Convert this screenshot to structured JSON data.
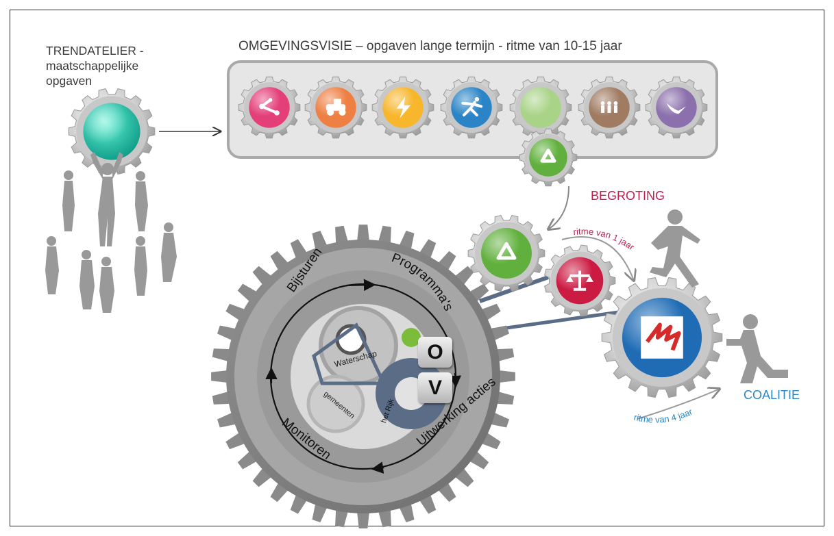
{
  "trendatelier": {
    "title_line1": "TRENDATELIER -",
    "title_line2": "maatschappelijke",
    "title_line3": "opgaven"
  },
  "omgevingsvisie": {
    "title": "OMGEVINGSVISIE – opgaven lange termijn - ritme van 10-15 jaar",
    "gears": [
      {
        "icon": "network-icon",
        "color": "#e43f79"
      },
      {
        "icon": "tractor-icon",
        "color": "#ee8044"
      },
      {
        "icon": "lightning-icon",
        "color": "#f7b62b"
      },
      {
        "icon": "running-figure-icon",
        "color": "#2a84c6"
      },
      {
        "icon": "empty-slot",
        "color": "#a9d387"
      },
      {
        "icon": "people-icon",
        "color": "#a07b62"
      },
      {
        "icon": "bird-icon",
        "color": "#8c70ad"
      }
    ],
    "dropped_gear": {
      "icon": "recycle-icon",
      "color": "#61b03d"
    }
  },
  "begroting": {
    "label": "BEGROTING",
    "rhythm": "ritme van 1 jaar",
    "gear_icon": "scales-icon",
    "gear_color": "#cc1b42"
  },
  "coalitie": {
    "label": "COALITIE",
    "rhythm": "ritme van 4 jaar",
    "gear_icon": "province-logo-icon",
    "gear_color": "#1f6cb5"
  },
  "cycle": {
    "steps": [
      "Programma's",
      "Uitwerking acties",
      "Monitoren",
      "Bijsturen"
    ],
    "inner_gears": [
      "Waterschap",
      "gemeenten",
      "het Rijk"
    ],
    "keys": {
      "top": "O",
      "bottom": "V"
    }
  }
}
